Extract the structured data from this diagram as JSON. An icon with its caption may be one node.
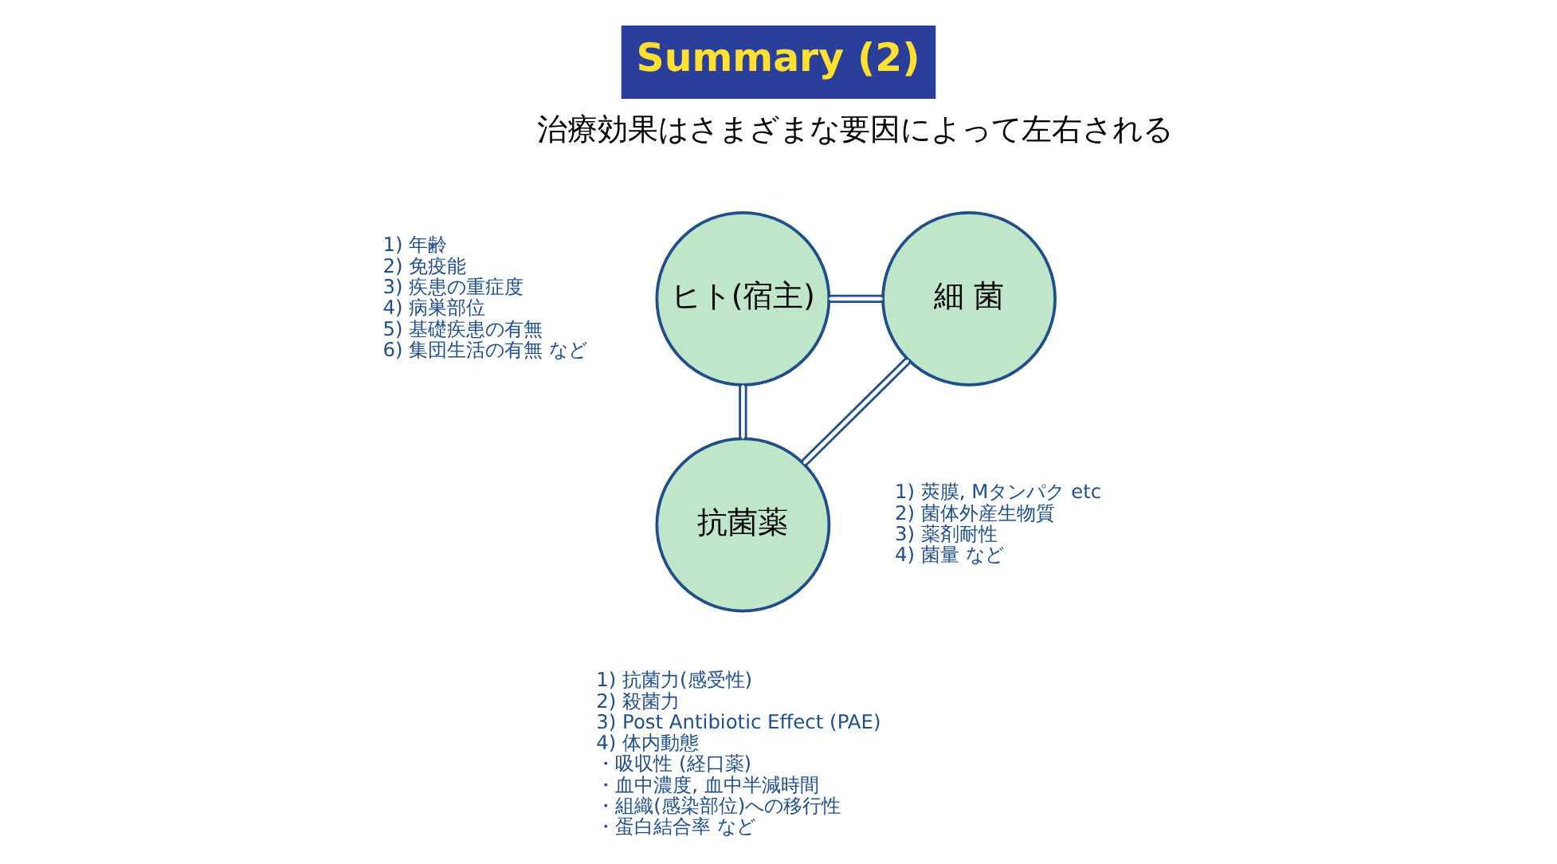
{
  "diagram": {
    "title": "Summary (2)",
    "nodes": [
      {
        "text": [
          "ヒト(宿主)"
        ],
        "beside": [
          "1) 年齢",
          "2) 免疫能",
          "3) 疾患の重症度",
          "4) 病巣部位",
          "5) 基礎疾患の有無",
          "6) 集団生活の有無 など"
        ]
      },
      {
        "text": [
          "細 菌"
        ],
        "beside": [
          "1) 莢膜, Mタンパク etc",
          "2) 菌体外産生物質",
          "3) 薬剤耐性",
          "4) 菌量 など"
        ]
      },
      {
        "text": [
          "抗菌薬"
        ],
        "beside": [
          "1) 抗菌力(感受性)",
          "2) 殺菌力",
          "3) Post Antibiotic Effect (PAE)",
          "4) 体内動態",
          "・吸収性 (経口薬)",
          "・血中濃度, 血中半減時間",
          "・組織(感染部位)への移行性",
          "・蛋白結合率 など"
        ]
      }
    ],
    "edges": [
      {
        "from": 0,
        "to": 1,
        "arrow": "none"
      },
      {
        "from": 0,
        "to": 2,
        "arrow": "none"
      },
      {
        "from": 1,
        "to": 2,
        "arrow": "none"
      }
    ],
    "labels": [
      "治療効果はさまざまな要因によって左右される"
    ]
  }
}
